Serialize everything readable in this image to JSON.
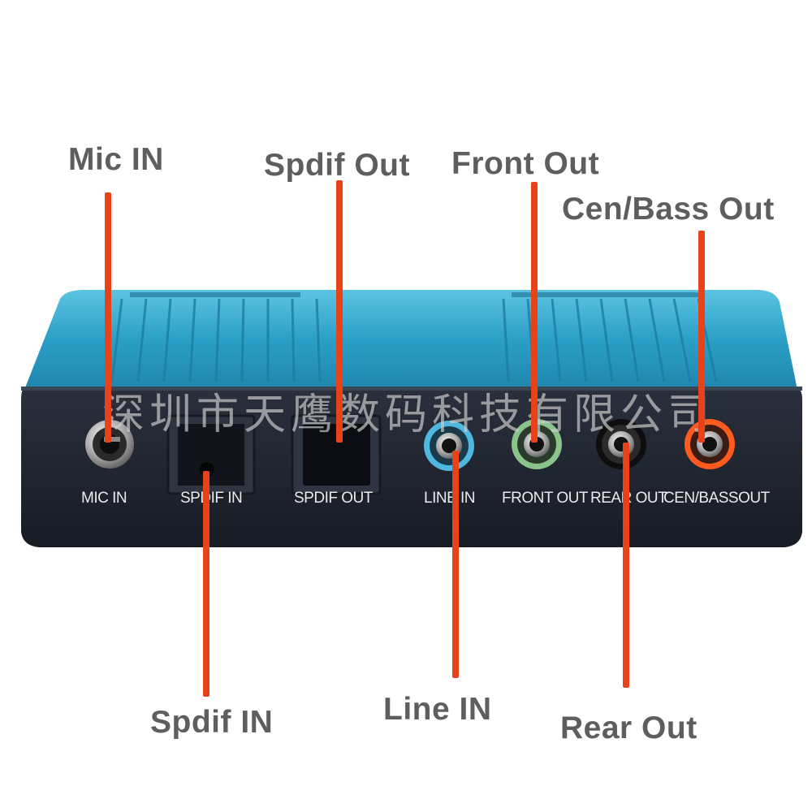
{
  "callouts": {
    "mic_in": "Mic IN",
    "spdif_out": "Spdif Out",
    "front_out": "Front Out",
    "cen_bass_out": "Cen/Bass Out",
    "spdif_in": "Spdif IN",
    "line_in": "Line IN",
    "rear_out": "Rear Out"
  },
  "panel_labels": {
    "mic_in": "MIC IN",
    "spdif_in": "SPDIF IN",
    "spdif_out": "SPDIF OUT",
    "line_in": "LINE IN",
    "front_out": "FRONT OUT",
    "rear_out": "REAR OUT",
    "cen_bass_out": "CEN/BASSOUT"
  },
  "watermark": "深圳市天鹰数码科技有限公司",
  "colors": {
    "leader": "#e8421a",
    "body_blue": "#2fa3c8",
    "panel": "#1f2430",
    "line_in_ring": "#4fb8e0",
    "front_out_ring": "#8ac48a",
    "rear_out_ring": "#1a1a1a",
    "cen_bass_ring": "#ff5a1f"
  }
}
